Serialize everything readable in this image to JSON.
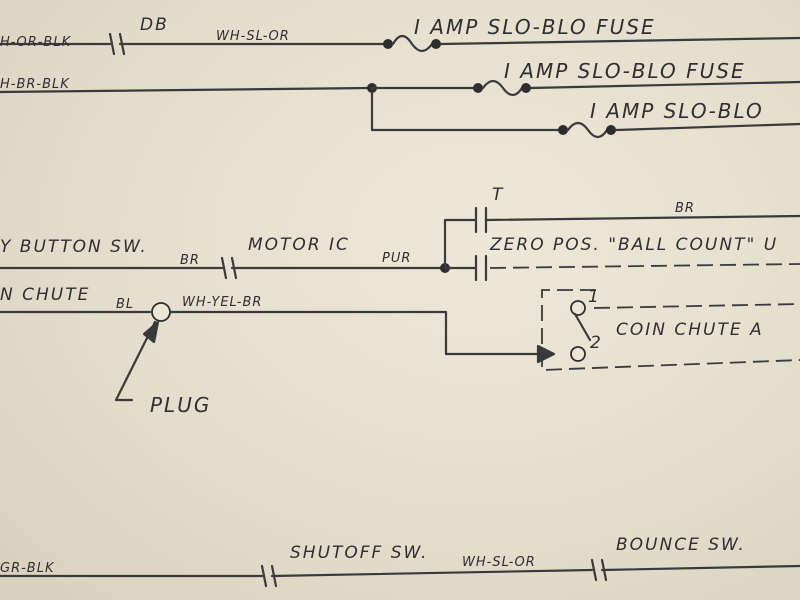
{
  "labels": {
    "wire_wh_or_blk": "H-OR-BLK",
    "db": "DB",
    "wire_wh_sl_or_top": "WH-SL-OR",
    "fuse1": "I AMP  SLO-BLO  FUSE",
    "wire_wh_br_blk": "H-BR-BLK",
    "fuse2": "I AMP  SLO-BLO  FUSE",
    "fuse3": "I AMP  SLO-BLO",
    "button_sw": "Y BUTTON SW.",
    "br_left": "BR",
    "motor_ic": "MOTOR IC",
    "pur": "PUR",
    "t": "T",
    "br_right": "BR",
    "zero_pos": "ZERO POS. \"BALL COUNT\" U",
    "n_chute": "N CHUTE",
    "bl": "BL",
    "wh_yel_br": "WH-YEL-BR",
    "contact_1": "1",
    "contact_2": "2",
    "coin_chute": "COIN CHUTE A",
    "plug": "PLUG",
    "gr_blk": "GR-BLK",
    "shutoff_sw": "SHUTOFF SW.",
    "wire_wh_sl_or_bottom": "WH-SL-OR",
    "bounce_sw": "BOUNCE SW."
  }
}
